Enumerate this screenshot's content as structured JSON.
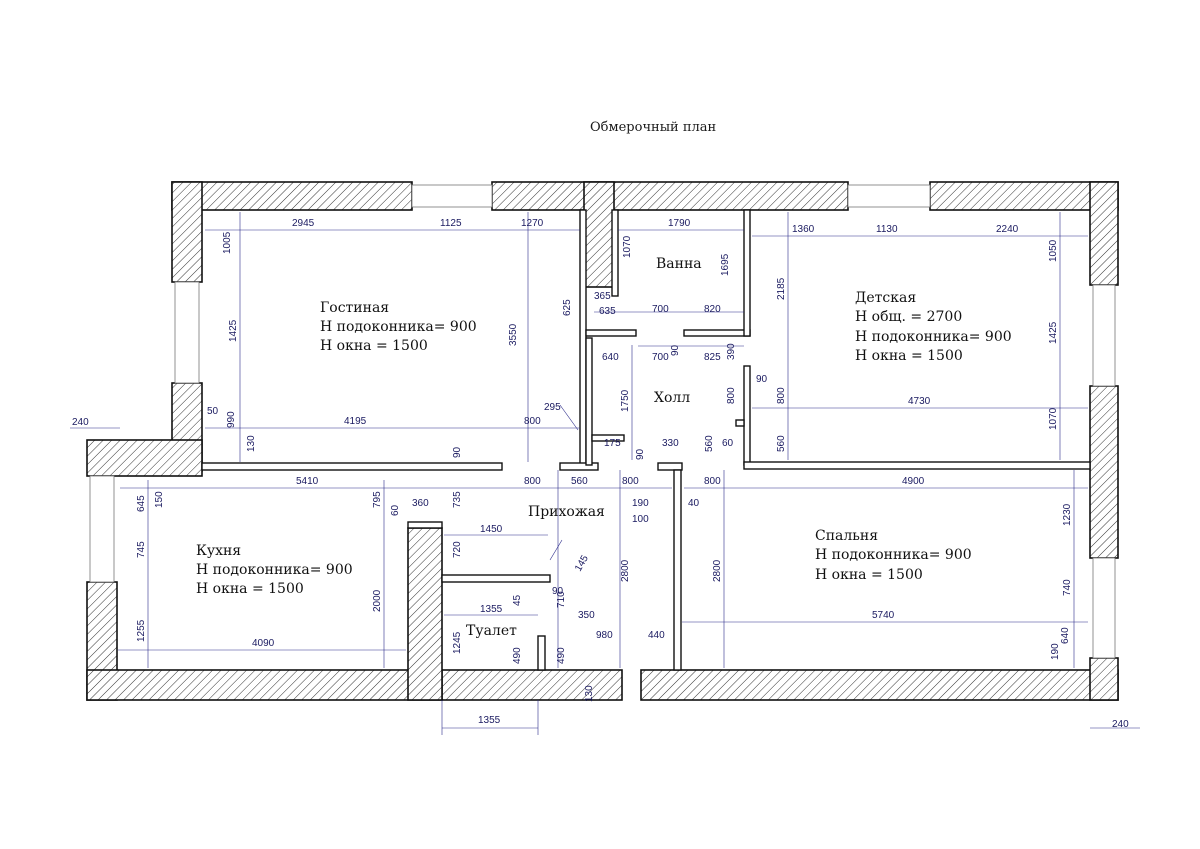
{
  "title": "Обмерочный план",
  "rooms": {
    "gostinaya": {
      "name": "Гостиная",
      "line1": "Н подоконника= 900",
      "line2": "Н окна = 1500"
    },
    "detskaya": {
      "name": "Детская",
      "line1": "Н общ. = 2700",
      "line2": "Н подоконника= 900",
      "line3": "Н окна = 1500"
    },
    "vanna": {
      "name": "Ванна"
    },
    "holl": {
      "name": "Холл"
    },
    "prihozhaya": {
      "name": "Прихожая"
    },
    "kuhnya": {
      "name": "Кухня",
      "line1": "Н подоконника= 900",
      "line2": "Н окна = 1500"
    },
    "tualet": {
      "name": "Туалет"
    },
    "spalnya": {
      "name": "Спальня",
      "line1": "Н подоконника= 900",
      "line2": "Н окна = 1500"
    }
  },
  "dimensions": [
    "2945",
    "1125",
    "1270",
    "1790",
    "1360",
    "1130",
    "2240",
    "1005",
    "1425",
    "1050",
    "1425",
    "1070",
    "3550",
    "625",
    "365",
    "635",
    "700",
    "820",
    "1070",
    "1695",
    "2185",
    "640",
    "700",
    "90",
    "825",
    "390",
    "90",
    "800",
    "800",
    "1750",
    "4730",
    "50",
    "990",
    "4195",
    "295",
    "800",
    "130",
    "90",
    "175",
    "330",
    "560",
    "60",
    "560",
    "90",
    "5410",
    "800",
    "560",
    "800",
    "800",
    "4900",
    "645",
    "150",
    "795",
    "60",
    "360",
    "735",
    "190",
    "40",
    "100",
    "1230",
    "745",
    "720",
    "1450",
    "2000",
    "2800",
    "2800",
    "145",
    "90",
    "45",
    "710",
    "1355",
    "350",
    "980",
    "440",
    "5740",
    "740",
    "1255",
    "4090",
    "1245",
    "490",
    "490",
    "640",
    "190",
    "130",
    "1355",
    "240",
    "240"
  ]
}
